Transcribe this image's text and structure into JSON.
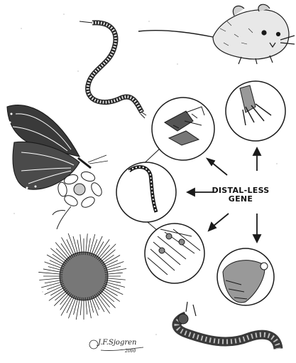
{
  "diagram": {
    "center_label_line1": "DISTAL-LESS",
    "center_label_line2": "GENE",
    "signature": "J.F.Sjogren",
    "signature_year": "2000",
    "nodes": [
      {
        "id": "butterfly-leg-node",
        "organism": "butterfly"
      },
      {
        "id": "mouse-foot-node",
        "organism": "mouse"
      },
      {
        "id": "centipede-leg-node",
        "organism": "centipede"
      },
      {
        "id": "sea-urchin-spines-node",
        "organism": "sea urchin"
      },
      {
        "id": "caterpillar-proleg-node",
        "organism": "caterpillar"
      }
    ],
    "ink_color": "#1a1a1a"
  }
}
